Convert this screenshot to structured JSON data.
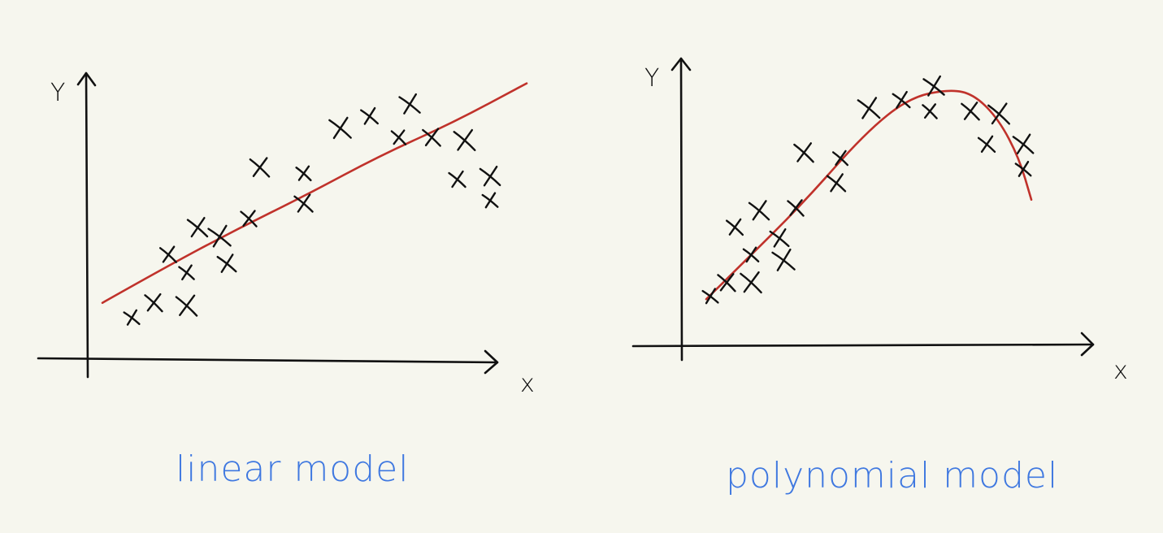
{
  "colors": {
    "background": "#f6f6ee",
    "ink": "#111111",
    "fit_curve": "#c0322b",
    "caption": "#3f78e0"
  },
  "chart_data": [
    {
      "type": "scatter",
      "title": "linear model",
      "xlabel": "x",
      "ylabel": "Y",
      "fit": "straight line",
      "points": [
        [
          0.12,
          0.14
        ],
        [
          0.18,
          0.19
        ],
        [
          0.27,
          0.18
        ],
        [
          0.22,
          0.35
        ],
        [
          0.3,
          0.44
        ],
        [
          0.27,
          0.29
        ],
        [
          0.38,
          0.32
        ],
        [
          0.36,
          0.41
        ],
        [
          0.44,
          0.47
        ],
        [
          0.47,
          0.64
        ],
        [
          0.59,
          0.62
        ],
        [
          0.59,
          0.52
        ],
        [
          0.69,
          0.77
        ],
        [
          0.77,
          0.81
        ],
        [
          0.88,
          0.85
        ],
        [
          0.85,
          0.74
        ],
        [
          0.94,
          0.74
        ],
        [
          1.03,
          0.73
        ],
        [
          1.01,
          0.6
        ],
        [
          1.1,
          0.61
        ],
        [
          1.1,
          0.53
        ]
      ],
      "fit_points": [
        [
          0.04,
          0.19
        ],
        [
          0.2,
          0.3
        ],
        [
          0.4,
          0.43
        ],
        [
          0.6,
          0.55
        ],
        [
          0.8,
          0.68
        ],
        [
          1.0,
          0.79
        ],
        [
          1.2,
          0.92
        ]
      ]
    },
    {
      "type": "scatter",
      "title": "polynomial model",
      "xlabel": "x",
      "ylabel": "Y",
      "fit": "curve peaking then falling",
      "points": [
        [
          0.07,
          0.18
        ],
        [
          0.11,
          0.23
        ],
        [
          0.17,
          0.23
        ],
        [
          0.13,
          0.43
        ],
        [
          0.19,
          0.49
        ],
        [
          0.17,
          0.33
        ],
        [
          0.24,
          0.39
        ],
        [
          0.25,
          0.31
        ],
        [
          0.28,
          0.5
        ],
        [
          0.3,
          0.7
        ],
        [
          0.39,
          0.68
        ],
        [
          0.38,
          0.59
        ],
        [
          0.46,
          0.86
        ],
        [
          0.54,
          0.89
        ],
        [
          0.62,
          0.94
        ],
        [
          0.61,
          0.85
        ],
        [
          0.71,
          0.85
        ],
        [
          0.78,
          0.84
        ],
        [
          0.75,
          0.73
        ],
        [
          0.84,
          0.73
        ],
        [
          0.84,
          0.64
        ]
      ],
      "fit_points": [
        [
          0.06,
          0.17
        ],
        [
          0.15,
          0.3
        ],
        [
          0.3,
          0.52
        ],
        [
          0.45,
          0.77
        ],
        [
          0.56,
          0.9
        ],
        [
          0.66,
          0.93
        ],
        [
          0.72,
          0.91
        ],
        [
          0.78,
          0.82
        ],
        [
          0.83,
          0.68
        ],
        [
          0.86,
          0.53
        ]
      ]
    }
  ]
}
